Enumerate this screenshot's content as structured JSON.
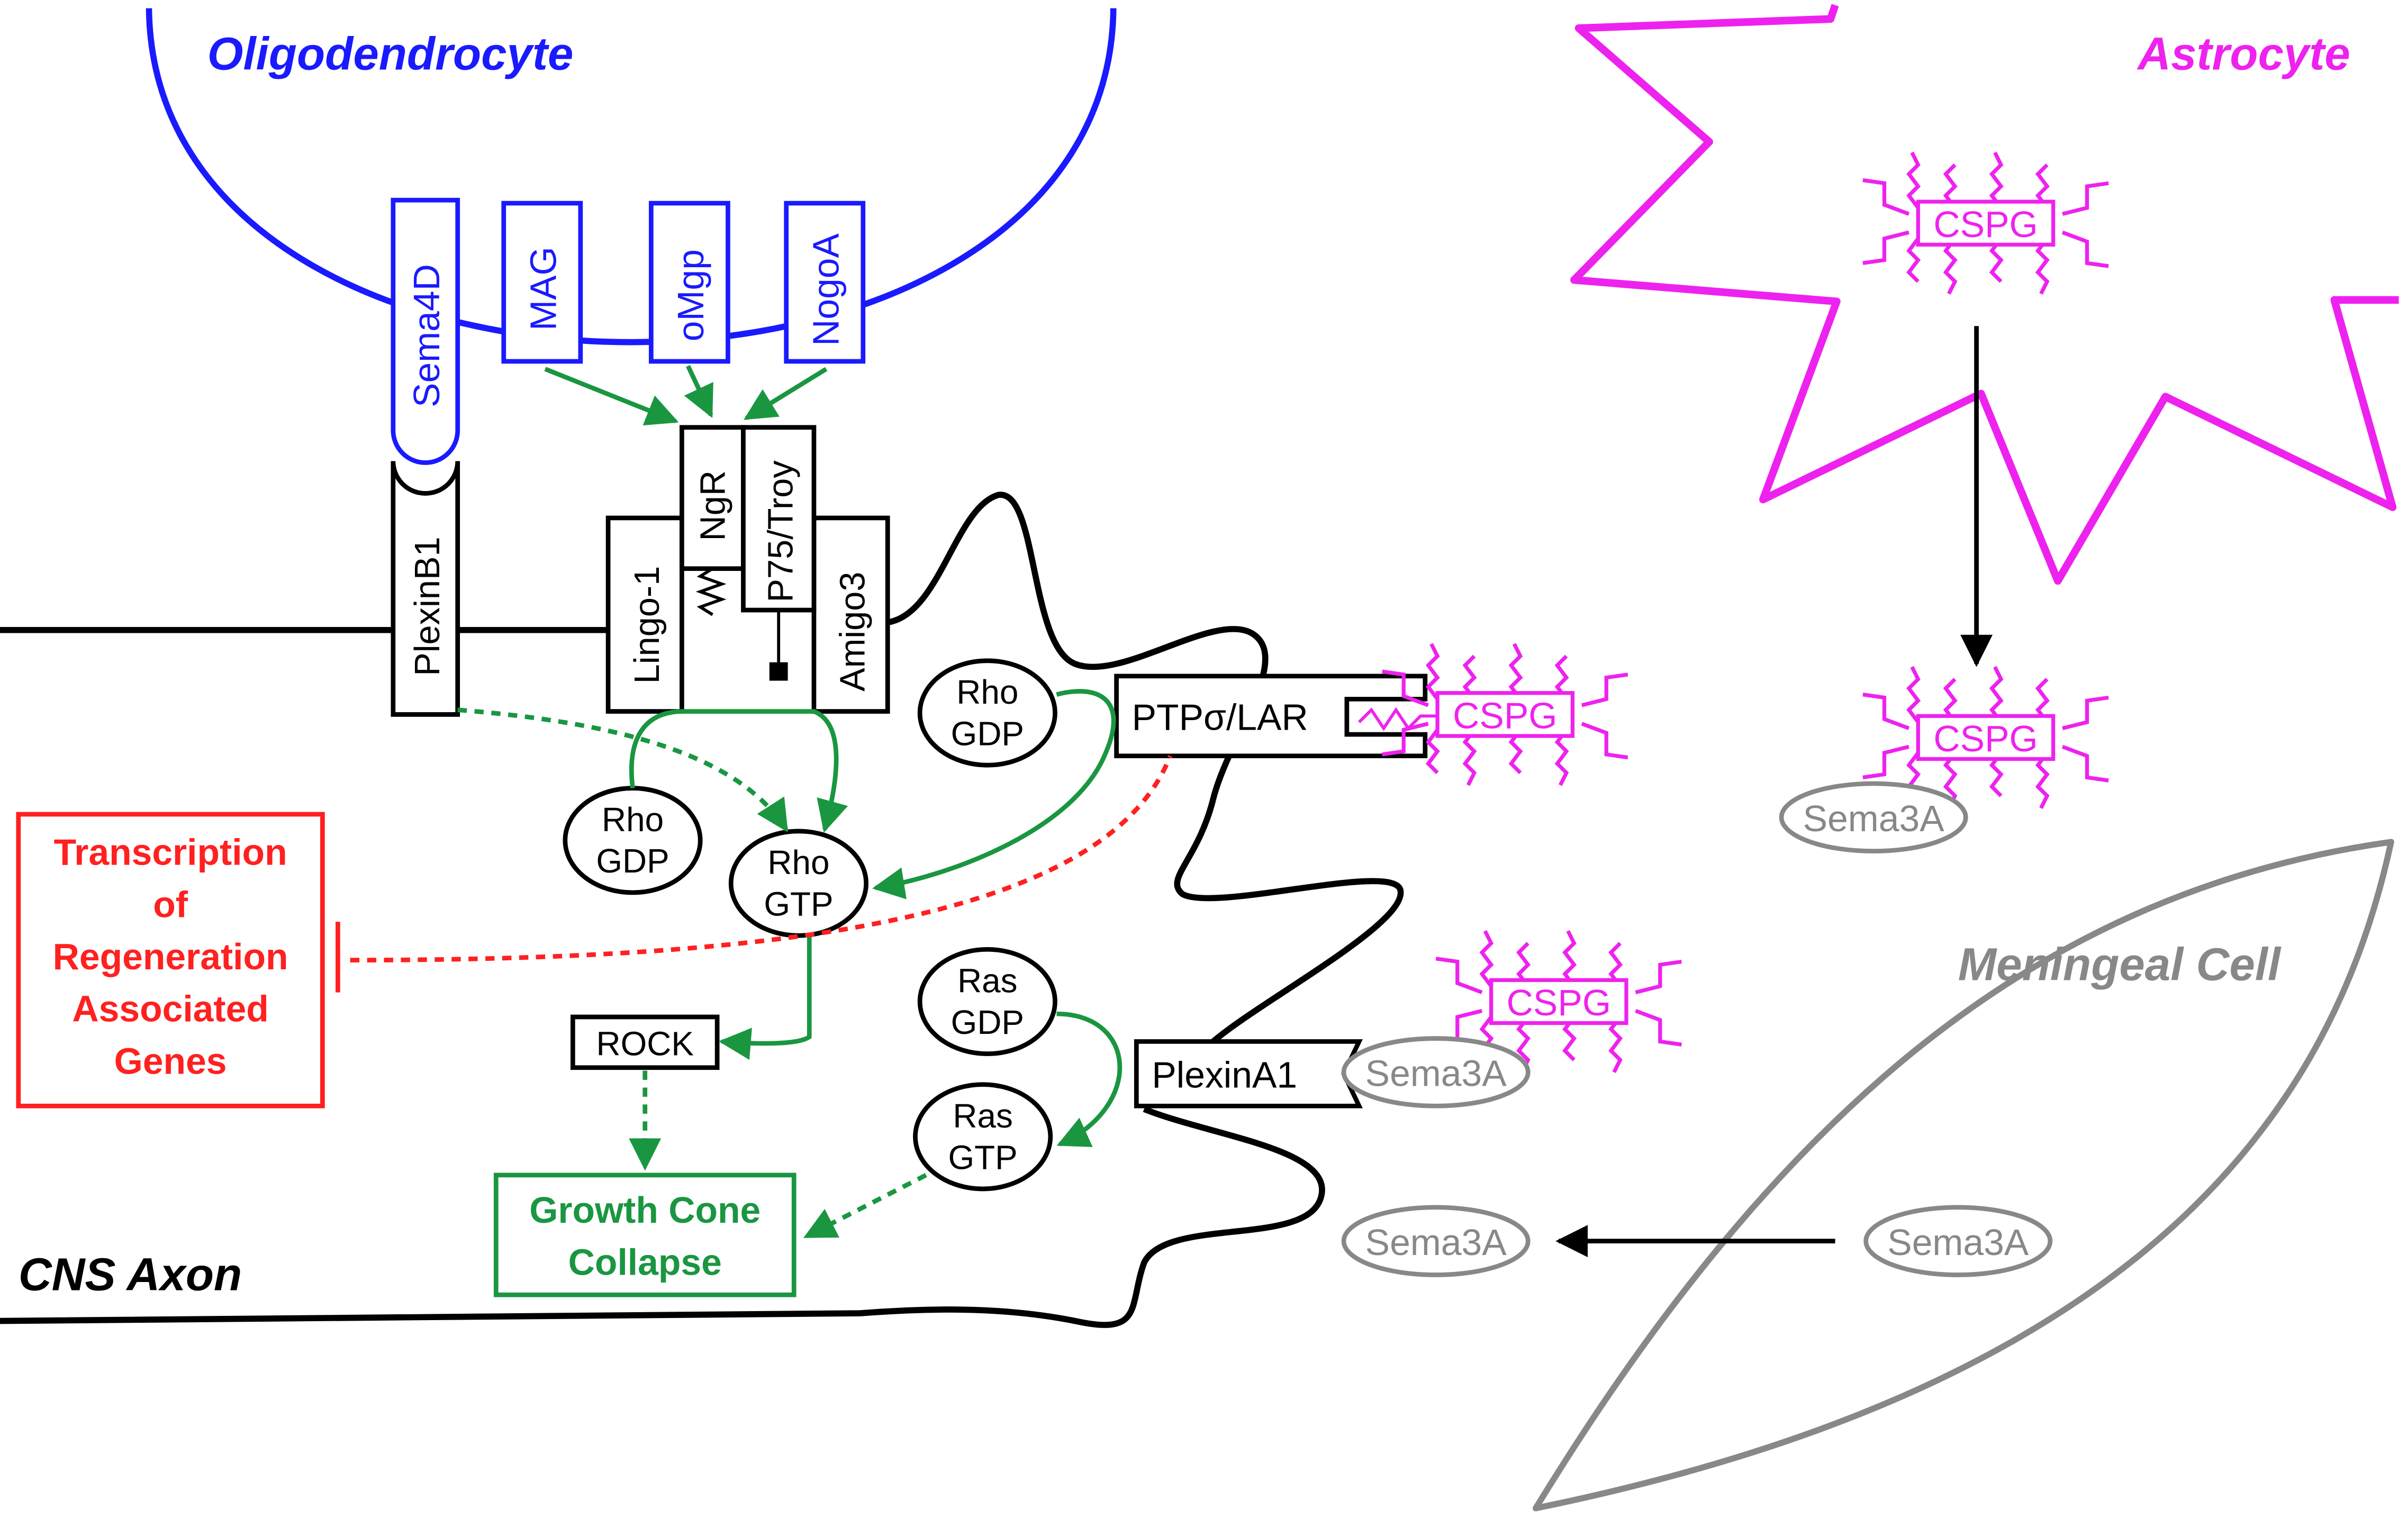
{
  "title_labels": {
    "oligodendrocyte": "Oligodendrocyte",
    "astrocyte": "Astrocyte",
    "meningeal_cell": "Meningeal Cell",
    "cns_axon": "CNS Axon"
  },
  "oligo_ligands": [
    "Sema4D",
    "MAG",
    "oMgp",
    "NogoA"
  ],
  "receptors": {
    "plexinb1": "PlexinB1",
    "ngr": "NgR",
    "p75": "P75/Troy",
    "lingo": "Lingo-1",
    "amigo": "Amigo3",
    "ptp": "PTPσ/LAR",
    "plexina1": "PlexinA1"
  },
  "gtpases": {
    "rho_gdp_top": [
      "Rho",
      "GDP"
    ],
    "rho_gdp_left": [
      "Rho",
      "GDP"
    ],
    "rho_gtp": [
      "Rho",
      "GTP"
    ],
    "ras_gdp": [
      "Ras",
      "GDP"
    ],
    "ras_gtp": [
      "Ras",
      "GTP"
    ]
  },
  "rock": "ROCK",
  "growth_cone": [
    "Growth Cone",
    "Collapse"
  ],
  "transcription": [
    "Transcription",
    "of",
    "Regeneration",
    "Associated",
    "Genes"
  ],
  "cspg": [
    "CSPG",
    "CSPG",
    "CSPG",
    "CSPG"
  ],
  "sema3a": [
    "Sema3A",
    "Sema3A",
    "Sema3A",
    "Sema3A"
  ],
  "colors": {
    "oligo": "#1a1aff",
    "astro": "#ee22ee",
    "menin": "#888888",
    "signal": "#1a9641",
    "inhibit": "#ff2020"
  }
}
